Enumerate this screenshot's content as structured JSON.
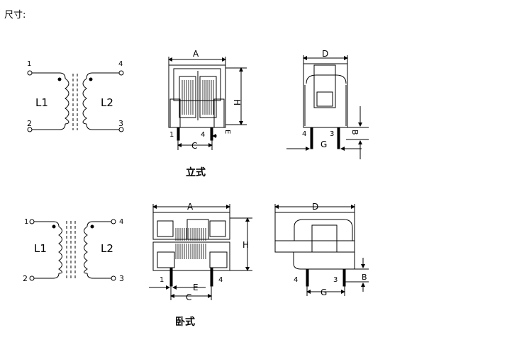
{
  "header": "尺寸:",
  "captions": {
    "vertical": "立式",
    "horizontal": "卧式"
  },
  "schematic": {
    "pins": [
      "1",
      "2",
      "3",
      "4"
    ],
    "coils": [
      "L1",
      "L2"
    ]
  },
  "dimensions": [
    "A",
    "B",
    "C",
    "D",
    "E",
    "G",
    "H"
  ],
  "colors": {
    "line": "#000000",
    "background": "#ffffff"
  }
}
